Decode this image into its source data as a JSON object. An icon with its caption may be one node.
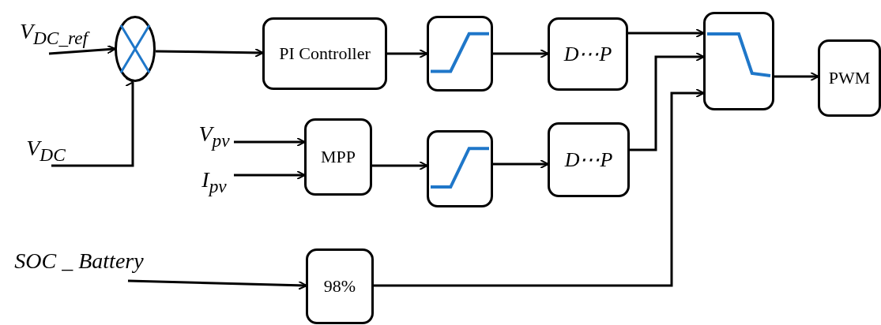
{
  "diagram": {
    "nodes": [
      {
        "text": [
          "V$_{DC_ref}$"
        ]
      },
      {
        "text": [
          "V$_{DC}$"
        ]
      },
      {
        "text": [],
        "shape": "circle"
      },
      {
        "text": [
          "PI Controller"
        ]
      },
      {
        "text": [],
        "shape": "box"
      },
      {
        "text": [
          "D⋯P"
        ]
      },
      {
        "text": [],
        "shape": "box"
      },
      {
        "text": [
          "PWM"
        ]
      },
      {
        "text": [
          "V$_{pv}$"
        ]
      },
      {
        "text": [
          "I$_{pv}$"
        ]
      },
      {
        "text": [
          "MPP"
        ]
      },
      {
        "text": [],
        "shape": "box"
      },
      {
        "text": [
          "D⋯P"
        ]
      },
      {
        "text": [
          "SOC _ Battery"
        ]
      },
      {
        "text": [
          "98%"
        ]
      }
    ],
    "edges": [
      {
        "from": 0,
        "to": 2,
        "arrow": "to"
      },
      {
        "from": 1,
        "to": 2,
        "arrow": "to"
      },
      {
        "from": 2,
        "to": 3,
        "arrow": "to"
      },
      {
        "from": 3,
        "to": 4,
        "arrow": "to"
      },
      {
        "from": 4,
        "to": 5,
        "arrow": "to"
      },
      {
        "from": 5,
        "to": 6,
        "arrow": "to"
      },
      {
        "from": 12,
        "to": 6,
        "arrow": "to"
      },
      {
        "from": 14,
        "to": 6,
        "arrow": "to"
      },
      {
        "from": 6,
        "to": 7,
        "arrow": "to"
      },
      {
        "from": 8,
        "to": 10,
        "arrow": "to"
      },
      {
        "from": 9,
        "to": 10,
        "arrow": "to"
      },
      {
        "from": 10,
        "to": 11,
        "arrow": "to"
      },
      {
        "from": 11,
        "to": 12,
        "arrow": "to"
      },
      {
        "from": 13,
        "to": 14,
        "arrow": "to"
      }
    ]
  }
}
